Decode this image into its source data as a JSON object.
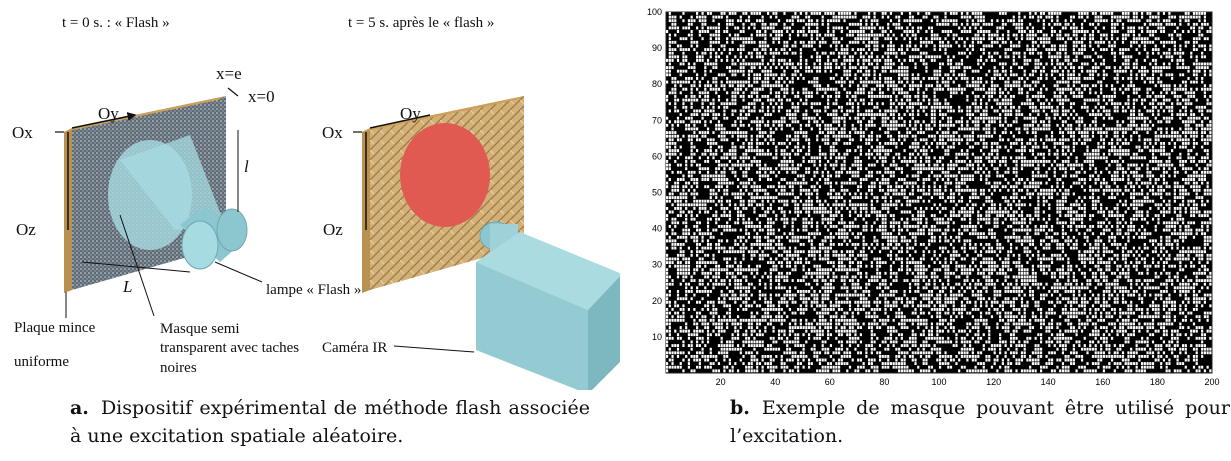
{
  "left_figure": {
    "title_t0": "t = 0 s. : « Flash »",
    "title_t5": "t = 5 s. après le  « flash »",
    "axis_x_e": "x=e",
    "axis_x_0": "x=0",
    "ox": "Ox",
    "oy": "Oy",
    "oz": "Oz",
    "dim_l": "l",
    "dim_L": "L",
    "lamp_label": "lampe « Flash »",
    "plate_label_1": "Plaque mince",
    "plate_label_2": "uniforme",
    "mask_label_1": "Masque semi",
    "mask_label_2": "transparent avec taches",
    "mask_label_3": "noires",
    "camera_label": "Caméra IR",
    "ox2": "Ox",
    "oy2": "Oy",
    "oz2": "Oz"
  },
  "right_figure": {
    "y_ticks": [
      "100",
      "90",
      "80",
      "70",
      "60",
      "50",
      "40",
      "30",
      "20",
      "10"
    ],
    "x_ticks": [
      "20",
      "40",
      "60",
      "80",
      "100",
      "120",
      "140",
      "160",
      "180",
      "200"
    ]
  },
  "captions": {
    "a_letter": "a.",
    "a_text": "Dispositif expérimental de méthode flash associée à une excitation spatiale aléatoire.",
    "b_letter": "b.",
    "b_text": "Exemple de masque pouvant être utilisé pour l’excitation."
  },
  "colors": {
    "plate_gray": "#7f8a93",
    "wood": "#c9a46a",
    "lamp": "#9fd2d8",
    "hotspot": "#e0504a"
  }
}
